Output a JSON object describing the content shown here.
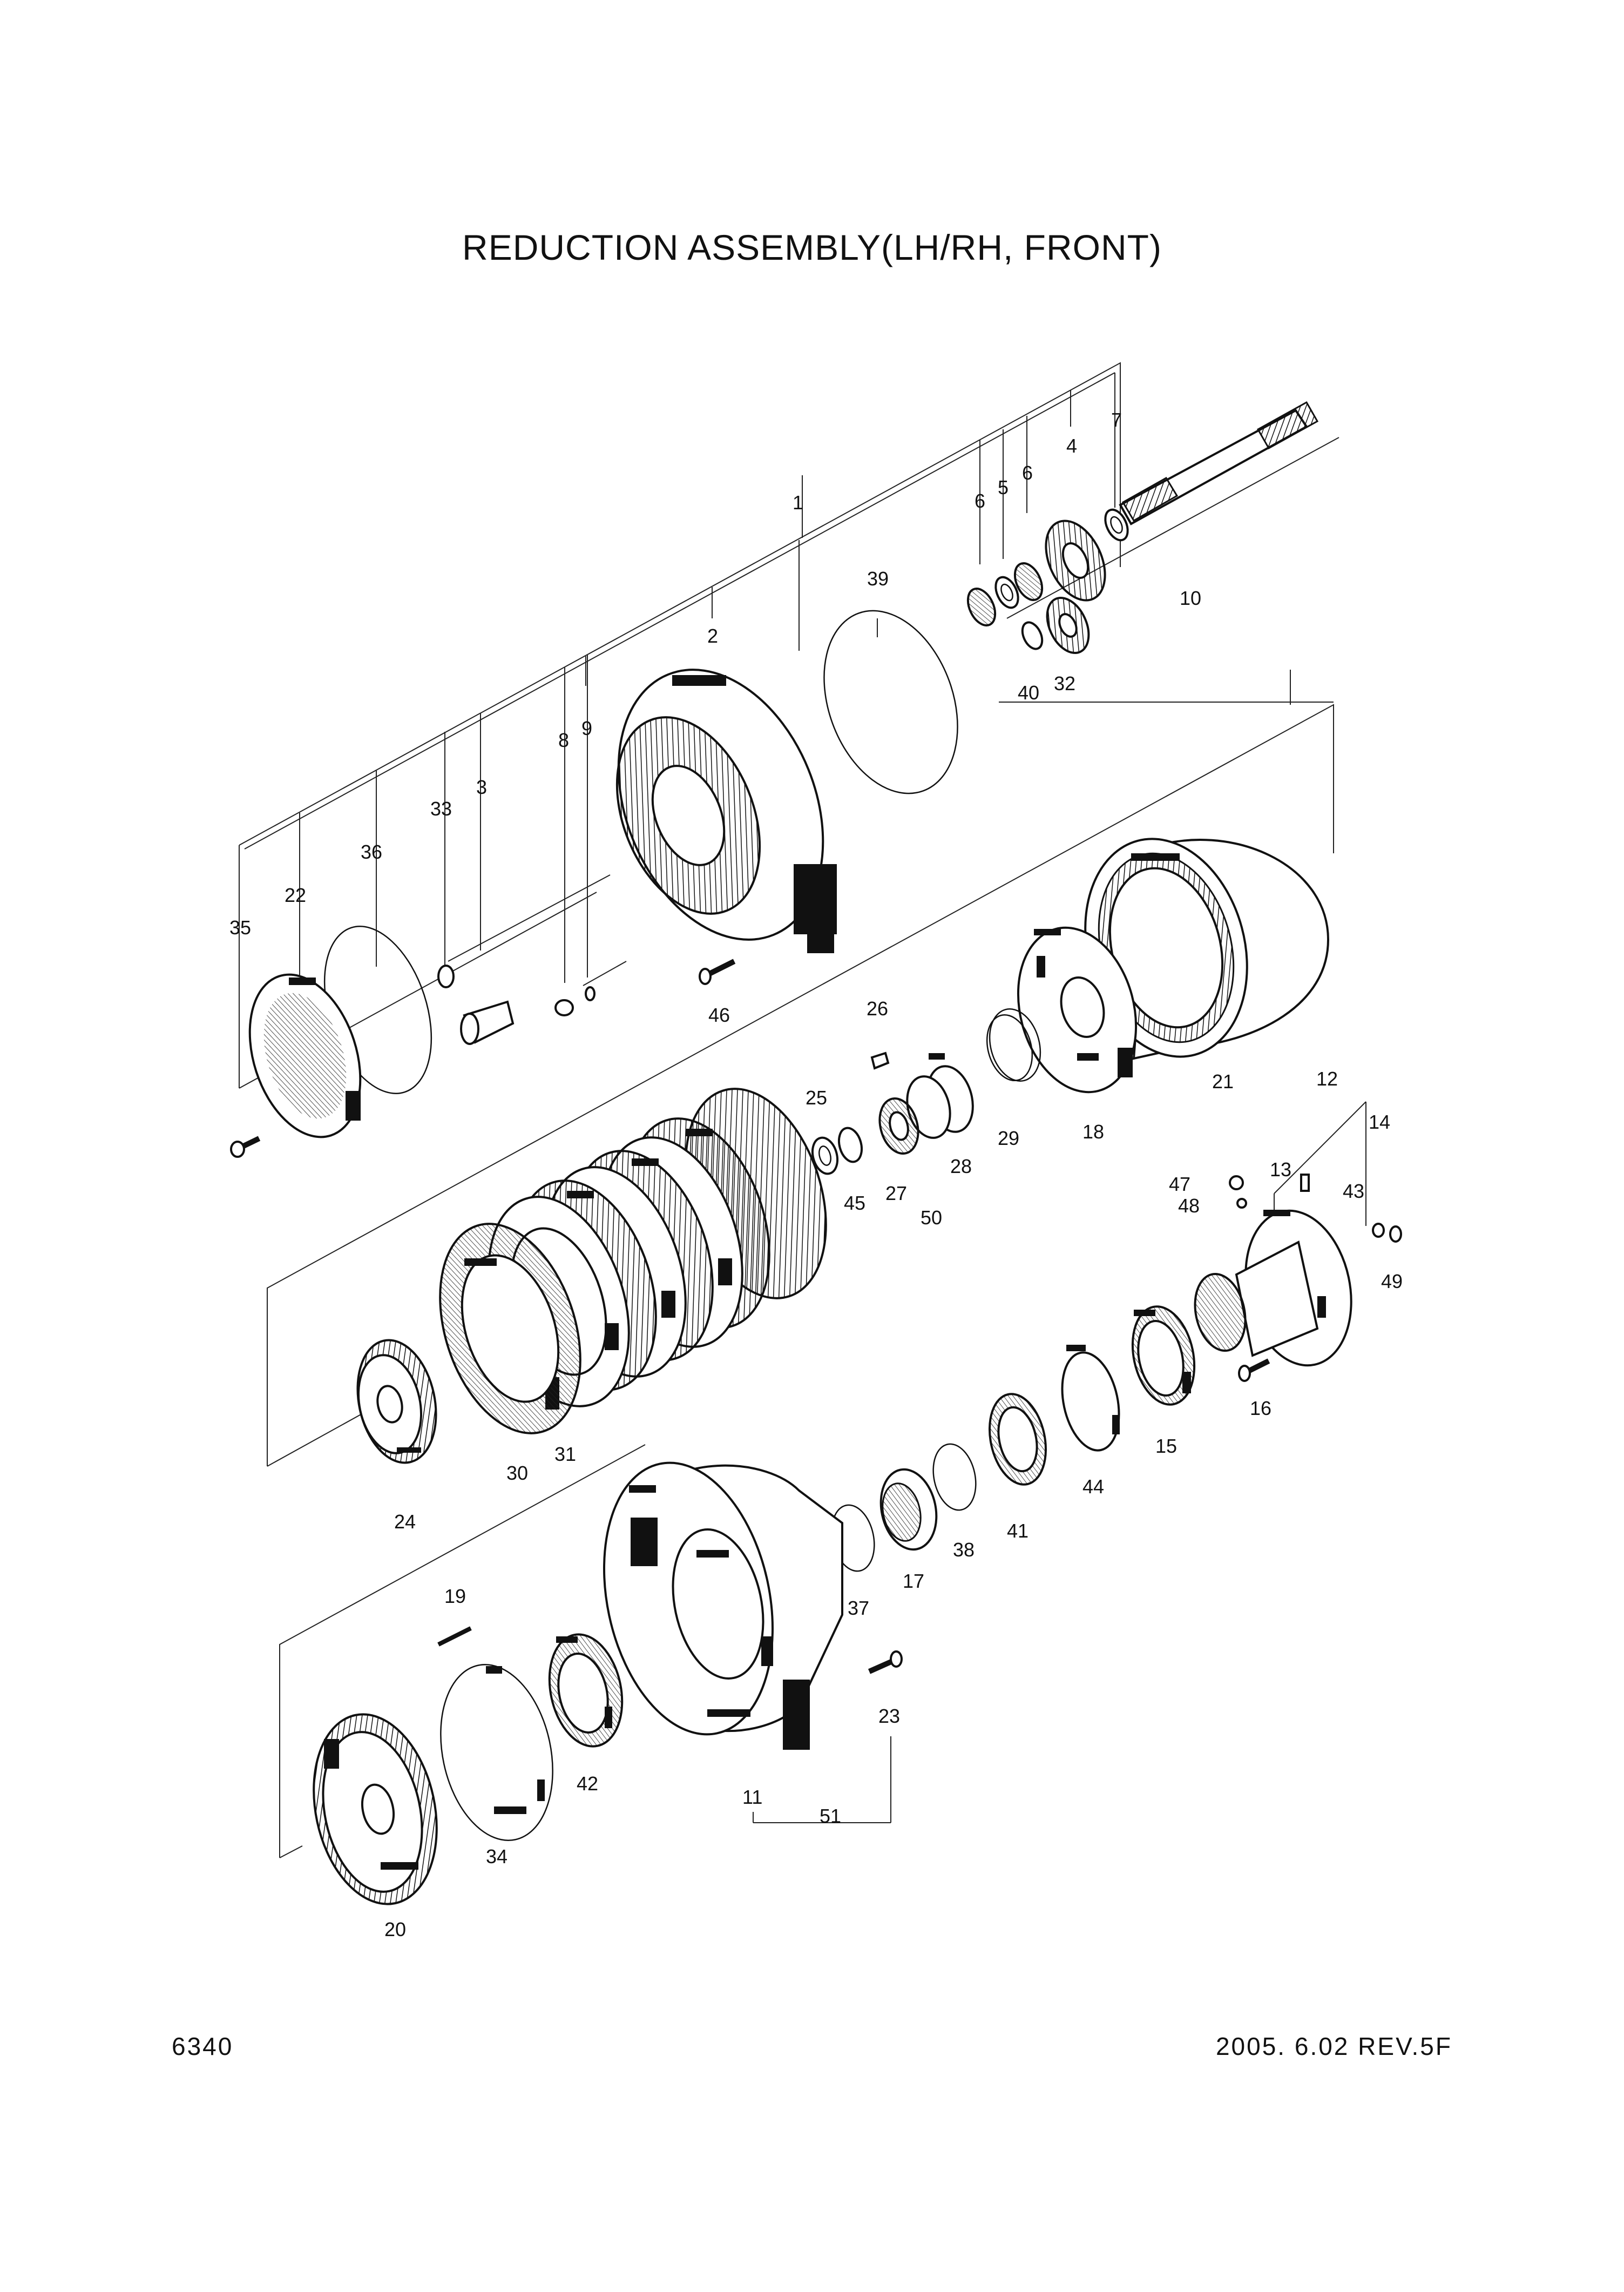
{
  "title": "REDUCTION ASSEMBLY(LH/RH, FRONT)",
  "page_number": "6340",
  "revision": "2005. 6.02  REV.5F",
  "callouts": {
    "c1": "1",
    "c2": "2",
    "c3": "3",
    "c4": "4",
    "c5": "5",
    "c6a": "6",
    "c6b": "6",
    "c7": "7",
    "c8": "8",
    "c9": "9",
    "c10": "10",
    "c11": "11",
    "c12": "12",
    "c13": "13",
    "c14": "14",
    "c15": "15",
    "c16": "16",
    "c17": "17",
    "c18": "18",
    "c19": "19",
    "c20": "20",
    "c21": "21",
    "c22": "22",
    "c23": "23",
    "c24": "24",
    "c25": "25",
    "c26": "26",
    "c27": "27",
    "c28": "28",
    "c29": "29",
    "c30": "30",
    "c31": "31",
    "c32": "32",
    "c33": "33",
    "c34": "34",
    "c35": "35",
    "c36": "36",
    "c37": "37",
    "c38": "38",
    "c39": "39",
    "c40": "40",
    "c41": "41",
    "c42": "42",
    "c43": "43",
    "c44": "44",
    "c45": "45",
    "c46": "46",
    "c47": "47",
    "c48": "48",
    "c49": "49",
    "c50": "50",
    "c51": "51"
  }
}
